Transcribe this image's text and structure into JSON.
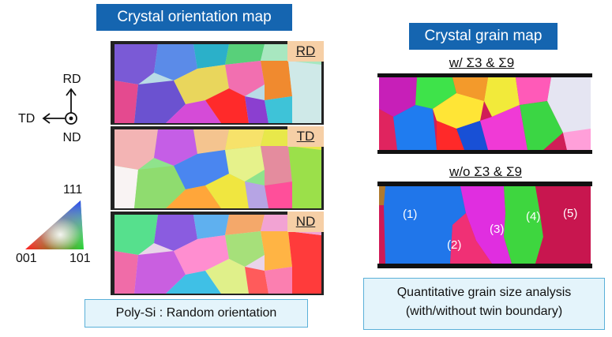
{
  "left": {
    "title": "Crystal orientation map",
    "panels": [
      {
        "label": "RD"
      },
      {
        "label": "TD"
      },
      {
        "label": "ND"
      }
    ],
    "caption": "Poly-Si : Random orientation"
  },
  "axes": {
    "up": "RD",
    "left": "TD",
    "center": "ND"
  },
  "legend_triangle": {
    "top": "111",
    "bottom_left": "001",
    "bottom_right": "101"
  },
  "right": {
    "title": "Crystal grain map",
    "sub_with": "w/ Σ3 & Σ9",
    "sub_without": "w/o Σ3 & Σ9",
    "grain_labels": [
      "(1)",
      "(2)",
      "(3)",
      "(4)",
      "(5)"
    ],
    "caption_line1": "Quantitative grain size analysis",
    "caption_line2": "(with/without twin boundary)"
  },
  "colors": {
    "title_bg": "#1565b0",
    "tag_bg": "#f6cfa6",
    "caption_bg": "#e4f4fb",
    "caption_border": "#5ab0d8"
  }
}
